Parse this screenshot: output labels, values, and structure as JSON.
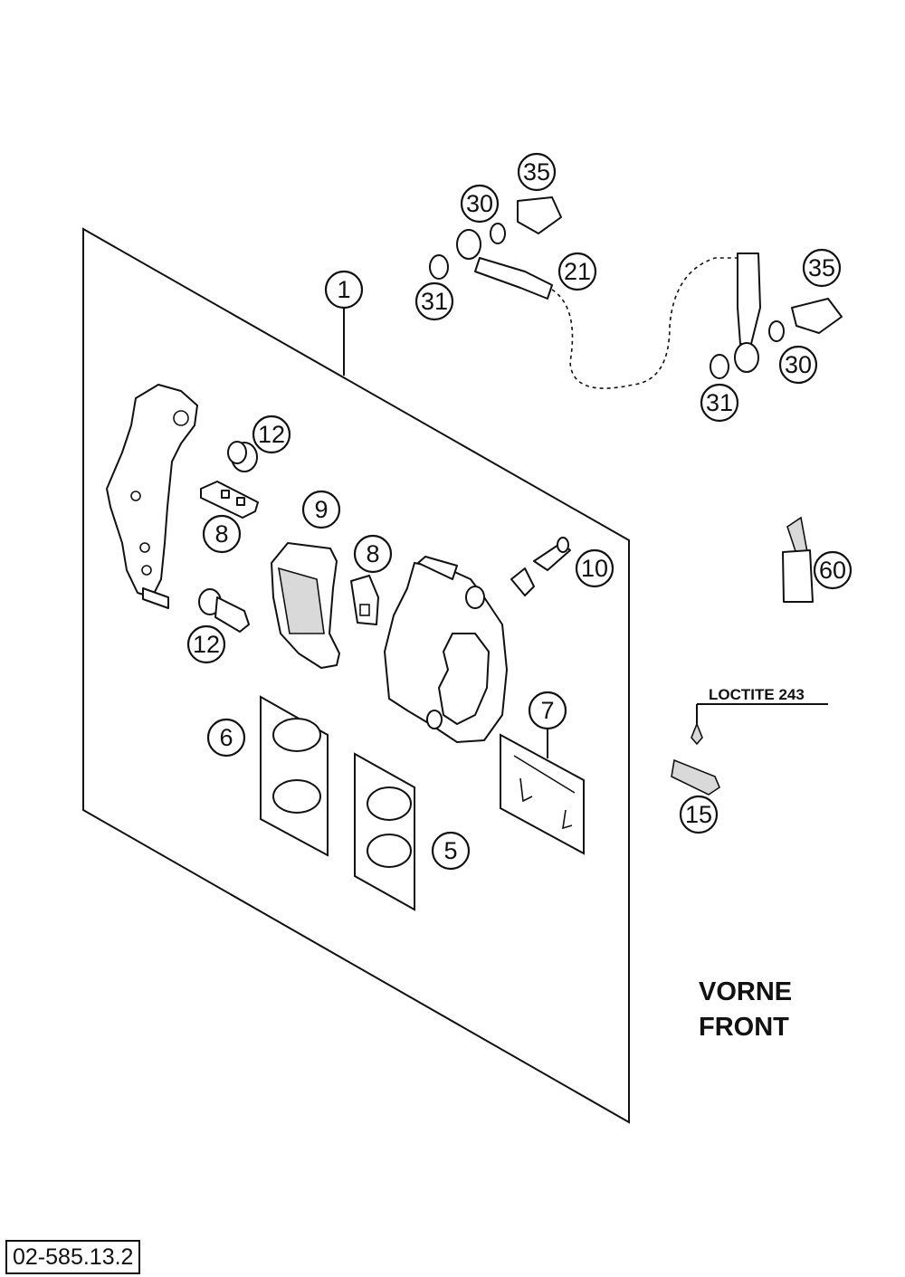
{
  "callouts": {
    "c1": "1",
    "c5": "5",
    "c6": "6",
    "c7": "7",
    "c8a": "8",
    "c8b": "8",
    "c9": "9",
    "c10": "10",
    "c12a": "12",
    "c12b": "12",
    "c15": "15",
    "c21": "21",
    "c30a": "30",
    "c30b": "30",
    "c31a": "31",
    "c31b": "31",
    "c35a": "35",
    "c35b": "35",
    "c60": "60"
  },
  "note": {
    "loctite": "LOCTITE 243"
  },
  "labels": {
    "line1": "VORNE",
    "line2": "FRONT"
  },
  "reference": "02-585.13.2"
}
